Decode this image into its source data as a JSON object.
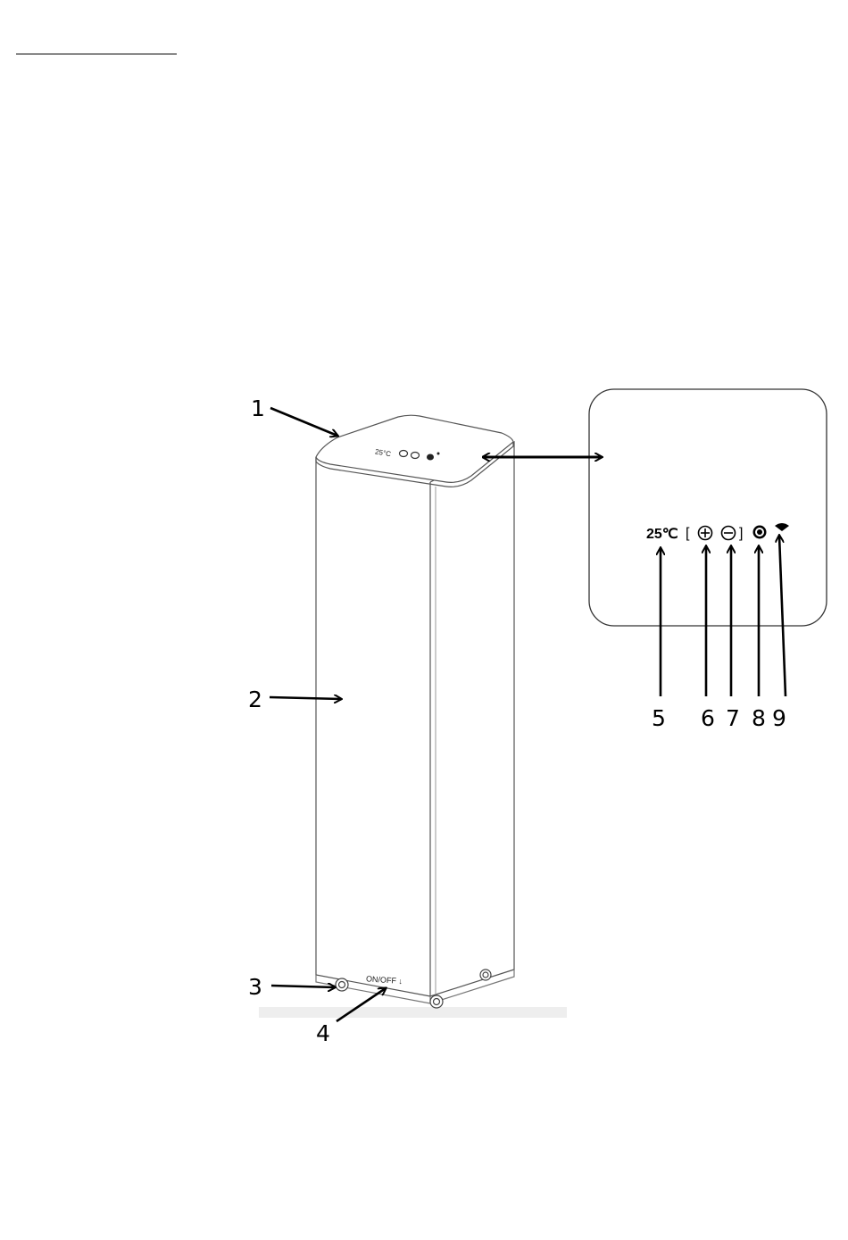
{
  "callouts": {
    "c1": "1",
    "c2": "2",
    "c3": "3",
    "c4": "4",
    "c5": "5",
    "c6": "6",
    "c7": "7",
    "c8": "8",
    "c9": "9"
  },
  "device": {
    "switch_label": "ON/OFF ↓",
    "top_mini_temp": "25°C"
  },
  "control_panel": {
    "temperature": "25℃",
    "bracket_open": "[",
    "bracket_close": "]",
    "icons": [
      "plus-button-icon",
      "minus-button-icon",
      "timer-icon",
      "wifi-icon"
    ]
  }
}
